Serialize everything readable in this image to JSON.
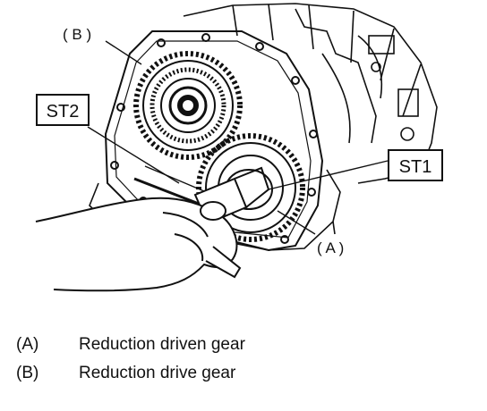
{
  "diagram": {
    "callouts": {
      "b": "( B )",
      "a": "( A )",
      "st1": "ST1",
      "st2": "ST2"
    }
  },
  "legend": [
    {
      "key": "(A)",
      "text": "Reduction driven gear"
    },
    {
      "key": "(B)",
      "text": "Reduction drive gear"
    }
  ],
  "colors": {
    "ink": "#111111",
    "background": "#ffffff"
  }
}
